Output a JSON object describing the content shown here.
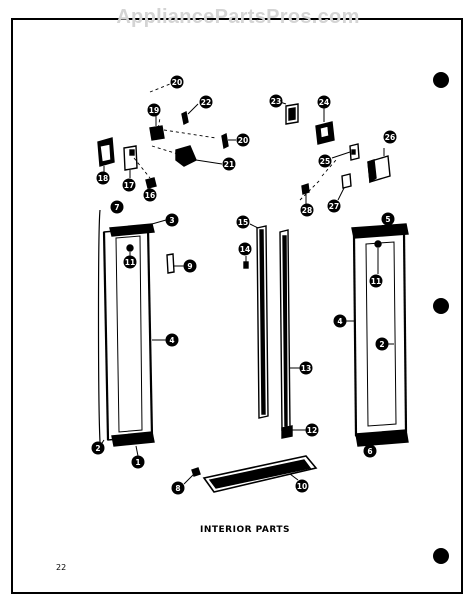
{
  "watermark": "AppliancePartsPros.com",
  "caption": "INTERIOR PARTS",
  "page_number": "22",
  "callouts": [
    {
      "id": "c1",
      "label": "1"
    },
    {
      "id": "c2l",
      "label": "2"
    },
    {
      "id": "c2r",
      "label": "2"
    },
    {
      "id": "c3",
      "label": "3"
    },
    {
      "id": "c4l",
      "label": "4"
    },
    {
      "id": "c4r",
      "label": "4"
    },
    {
      "id": "c5",
      "label": "5"
    },
    {
      "id": "c6",
      "label": "6"
    },
    {
      "id": "c7",
      "label": "7"
    },
    {
      "id": "c8l",
      "label": "8"
    },
    {
      "id": "c9",
      "label": "9"
    },
    {
      "id": "c10",
      "label": "10"
    },
    {
      "id": "c11l",
      "label": "11"
    },
    {
      "id": "c11r",
      "label": "11"
    },
    {
      "id": "c12",
      "label": "12"
    },
    {
      "id": "c13",
      "label": "13"
    },
    {
      "id": "c14",
      "label": "14"
    },
    {
      "id": "c15",
      "label": "15"
    },
    {
      "id": "c16",
      "label": "16"
    },
    {
      "id": "c17",
      "label": "17"
    },
    {
      "id": "c18",
      "label": "18"
    },
    {
      "id": "c19",
      "label": "19"
    },
    {
      "id": "c20a",
      "label": "20"
    },
    {
      "id": "c20b",
      "label": "20"
    },
    {
      "id": "c21",
      "label": "21"
    },
    {
      "id": "c22",
      "label": "22"
    },
    {
      "id": "c23",
      "label": "23"
    },
    {
      "id": "c24",
      "label": "24"
    },
    {
      "id": "c25",
      "label": "25"
    },
    {
      "id": "c26",
      "label": "26"
    },
    {
      "id": "c27",
      "label": "27"
    },
    {
      "id": "c28",
      "label": "28"
    }
  ]
}
